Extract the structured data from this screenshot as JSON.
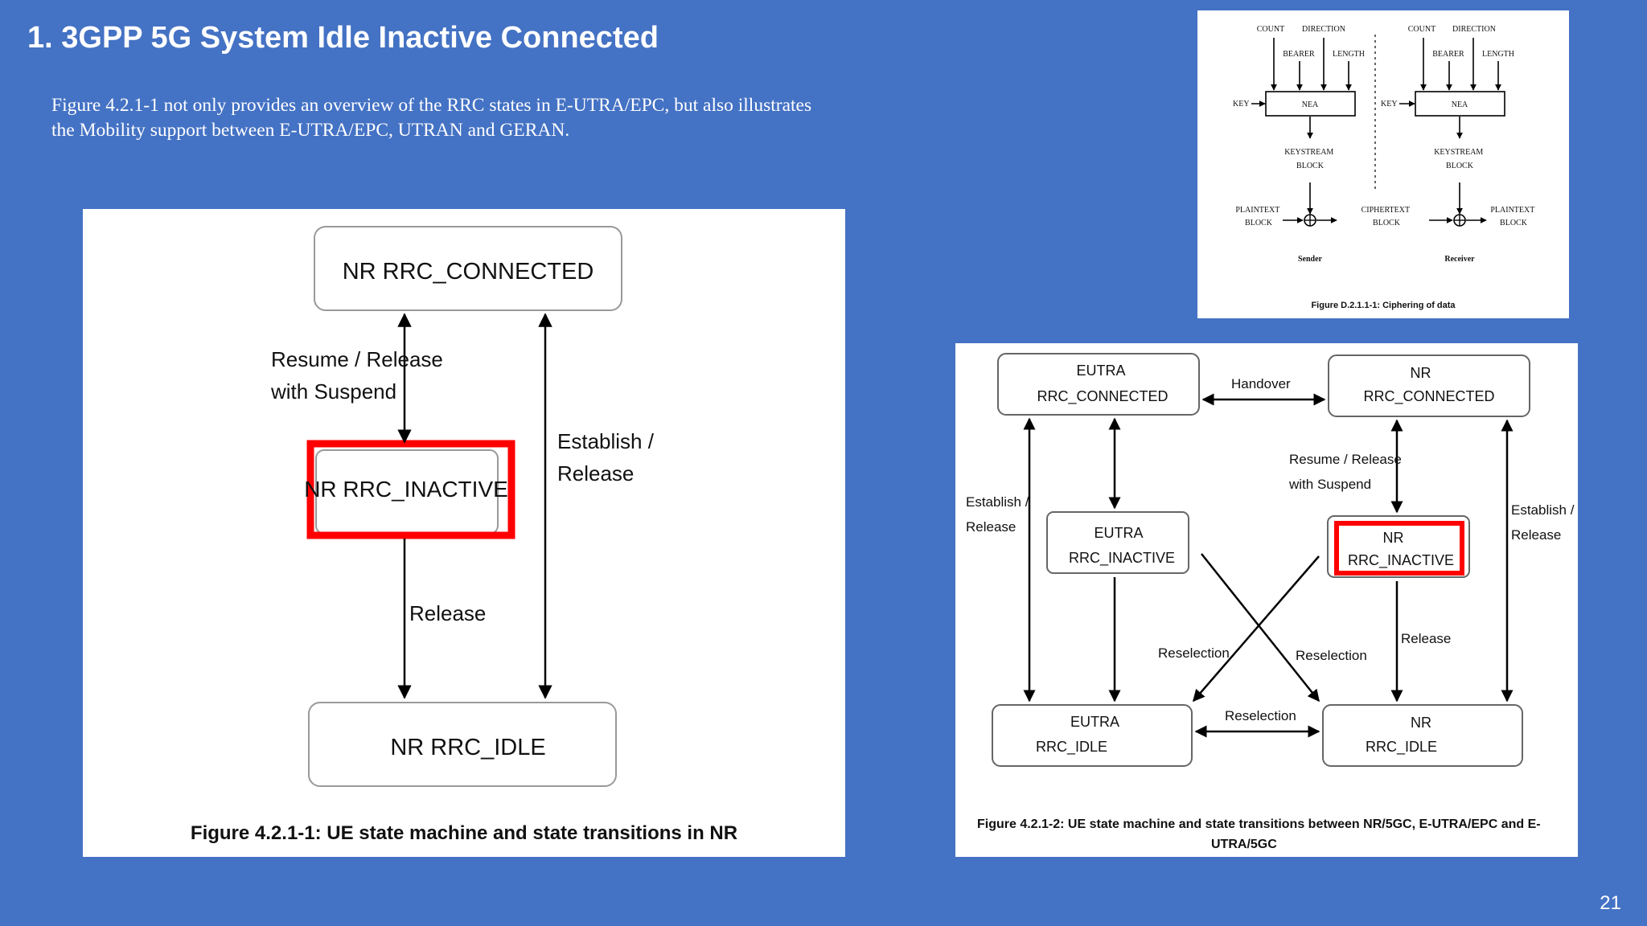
{
  "slide": {
    "title": "1. 3GPP 5G System Idle Inactive Connected",
    "description_line1": "Figure 4.2.1-1 not only provides an overview of the RRC states in E-UTRA/EPC, but also illustrates",
    "description_line2": "the Mobility support between E-UTRA/EPC, UTRAN and GERAN.",
    "page_number": "21"
  },
  "diagram_nr": {
    "states": {
      "connected": "NR RRC_CONNECTED",
      "inactive": "NR RRC_INACTIVE",
      "idle": "NR RRC_IDLE"
    },
    "labels": {
      "resume_line1": "Resume / Release",
      "resume_line2": "with Suspend",
      "establish_line1": "Establish /",
      "establish_line2": "Release",
      "release": "Release"
    },
    "caption": "Figure 4.2.1-1: UE state machine and state transitions in NR",
    "highlight_color": "#ff0000"
  },
  "diagram_inter_rat": {
    "states": {
      "eutra_connected_l1": "EUTRA",
      "eutra_connected_l2": "RRC_CONNECTED",
      "nr_connected_l1": "NR",
      "nr_connected_l2": "RRC_CONNECTED",
      "eutra_inactive_l1": "EUTRA",
      "eutra_inactive_l2": "RRC_INACTIVE",
      "nr_inactive_l1": "NR",
      "nr_inactive_l2": "RRC_INACTIVE",
      "eutra_idle_l1": "EUTRA",
      "eutra_idle_l2": "RRC_IDLE",
      "nr_idle_l1": "NR",
      "nr_idle_l2": "RRC_IDLE"
    },
    "labels": {
      "handover": "Handover",
      "resume_line1": "Resume / Release",
      "resume_line2": "with Suspend",
      "establish_left_l1": "Establish /",
      "establish_left_l2": "Release",
      "establish_right_l1": "Establish /",
      "establish_right_l2": "Release",
      "release": "Release",
      "reselection_left": "Reselection",
      "reselection_right": "Reselection",
      "reselection_bottom": "Reselection"
    },
    "caption_line1": "Figure 4.2.1-2: UE state machine and state transitions between NR/5GC, E-UTRA/EPC and E-",
    "caption_line2": "UTRA/5GC",
    "highlight_color": "#ff0000"
  },
  "diagram_cipher": {
    "count": "COUNT",
    "direction": "DIRECTION",
    "bearer": "BEARER",
    "length": "LENGTH",
    "key": "KEY",
    "nea": "NEA",
    "keystream_l1": "KEYSTREAM",
    "keystream_l2": "BLOCK",
    "plaintext_l1": "PLAINTEXT",
    "plaintext_l2": "BLOCK",
    "ciphertext_l1": "CIPHERTEXT",
    "ciphertext_l2": "BLOCK",
    "sender": "Sender",
    "receiver": "Receiver",
    "caption": "Figure D.2.1.1-1: Ciphering of data"
  }
}
